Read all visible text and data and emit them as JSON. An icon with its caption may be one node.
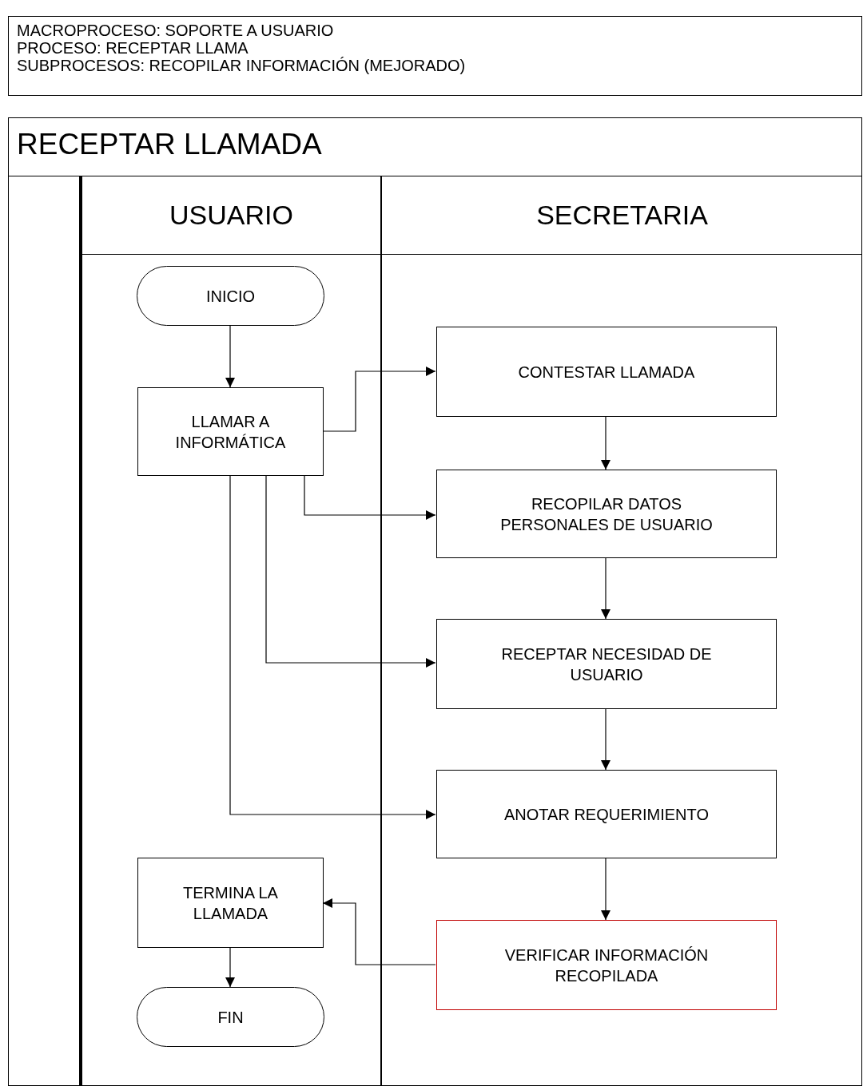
{
  "diagram": {
    "nodes": [
      {
        "text": [
          "MACROPROCESO: SOPORTE A USUARIO",
          "PROCESO: RECEPTAR LLAMA",
          "SUBPROCESOS: RECOPILAR INFORMACIÓN (MEJORADO)"
        ]
      },
      {
        "text": [
          "RECEPTAR LLAMADA"
        ]
      },
      {
        "text": [],
        "shape": "box",
        "in": 1
      },
      {
        "text": [
          "USUARIO"
        ],
        "in": 1
      },
      {
        "text": [
          "SECRETARIA"
        ],
        "in": 1
      },
      {
        "text": [
          "INICIO"
        ],
        "in": 3
      },
      {
        "text": [
          "LLAMAR A INFORMÁTICA"
        ],
        "in": 3
      },
      {
        "text": [
          "CONTESTAR LLAMADA"
        ],
        "in": 4
      },
      {
        "text": [
          "RECOPILAR DATOS PERSONALES DE USUARIO"
        ],
        "in": 4
      },
      {
        "text": [
          "RECEPTAR NECESIDAD DE USUARIO"
        ],
        "in": 4
      },
      {
        "text": [
          "ANOTAR REQUERIMIENTO"
        ],
        "in": 4
      },
      {
        "text": [
          "TERMINA LA LLAMADA"
        ],
        "in": 3
      },
      {
        "text": [
          "VERIFICAR INFORMACIÓN RECOPILADA"
        ],
        "in": 4
      },
      {
        "text": [
          "FIN"
        ],
        "in": 3
      }
    ],
    "edges": [
      {
        "from": 5,
        "to": 6,
        "arrow": "to"
      },
      {
        "from": 6,
        "to": 7,
        "arrow": "to"
      },
      {
        "from": 6,
        "to": 8,
        "arrow": "to"
      },
      {
        "from": 6,
        "to": 9,
        "arrow": "to"
      },
      {
        "from": 6,
        "to": 10,
        "arrow": "to"
      },
      {
        "from": 7,
        "to": 8,
        "arrow": "to"
      },
      {
        "from": 8,
        "to": 9,
        "arrow": "to"
      },
      {
        "from": 9,
        "to": 10,
        "arrow": "to"
      },
      {
        "from": 10,
        "to": 12,
        "arrow": "to"
      },
      {
        "from": 12,
        "to": 11,
        "arrow": "to"
      },
      {
        "from": 11,
        "to": 13,
        "arrow": "to"
      }
    ]
  }
}
